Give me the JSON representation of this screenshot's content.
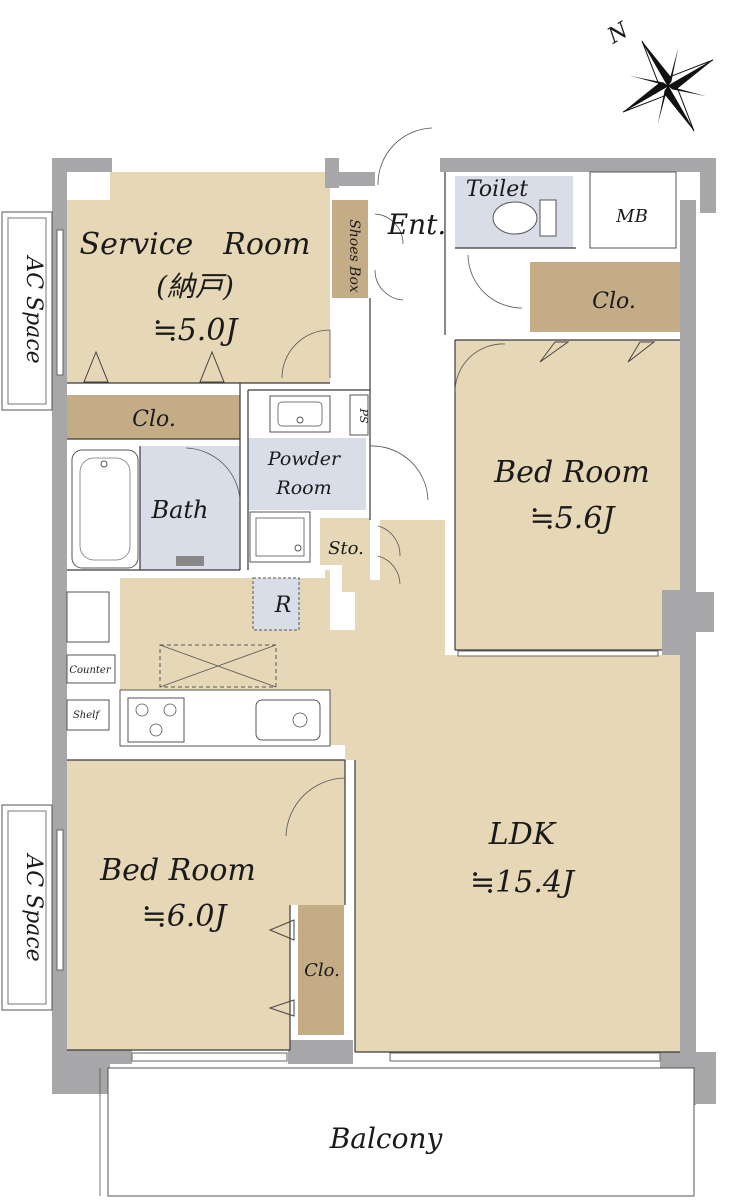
{
  "rooms": {
    "service_room": {
      "name": "Service　Room",
      "sub": "(納戸)",
      "size": "≒5.0J"
    },
    "bed_room_1": {
      "name": "Bed Room",
      "size": "≒5.6J"
    },
    "bed_room_2": {
      "name": "Bed Room",
      "size": "≒6.0J"
    },
    "ldk": {
      "name": "LDK",
      "size": "≒15.4J"
    },
    "bath": "Bath",
    "powder_room_line1": "Powder",
    "powder_room_line2": "Room",
    "toilet": "Toilet",
    "entrance": "Ent.",
    "balcony": "Balcony",
    "mb": "MB",
    "ps": "PS",
    "storage": "Sto.",
    "refrigerator": "R",
    "shoes_box": "Shoes Box",
    "counter": "Counter",
    "shelf": "Shelf",
    "ac_space": "AC Space",
    "closet": "Clo."
  },
  "compass": {
    "north": "N"
  }
}
